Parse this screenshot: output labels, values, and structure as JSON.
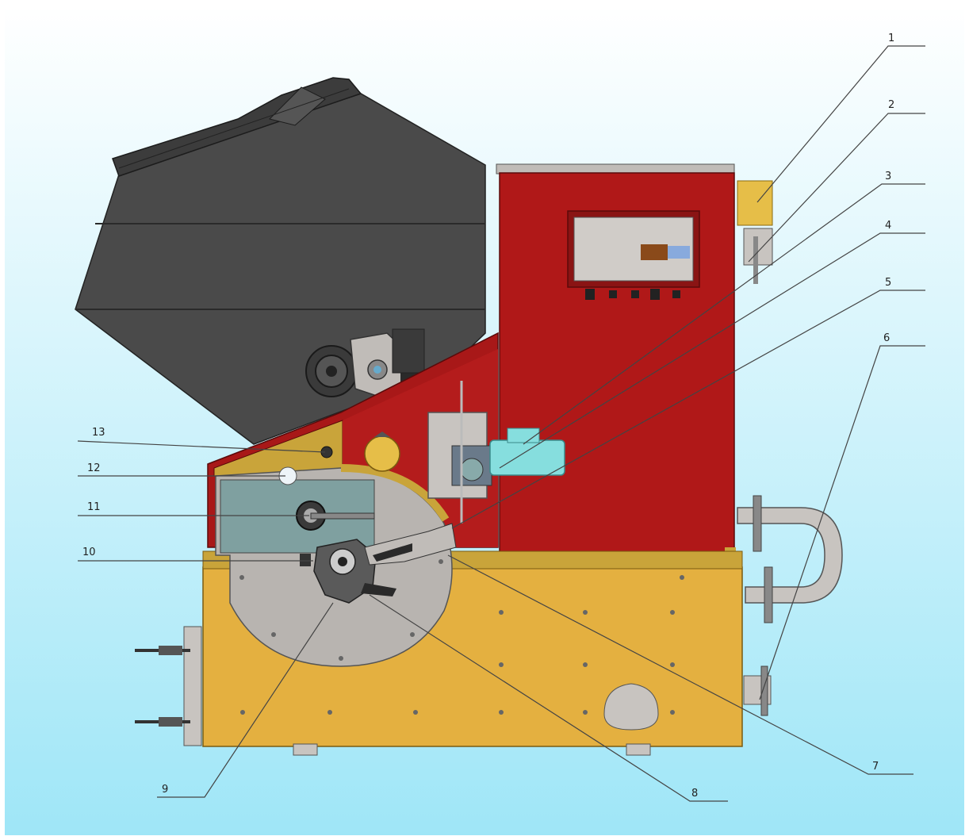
{
  "figure": {
    "background_top": "#ffffff",
    "background_bottom": "#9fe6f7",
    "colors": {
      "hopper": "#4a4a4a",
      "cabinet": "#b01818",
      "base": "#e4b040",
      "steel": "#c8c4c0",
      "glass": "#7fa0a0",
      "motor": "#86dede",
      "brass": "#e6be48"
    }
  },
  "callouts": [
    {
      "id": "1",
      "text": "1"
    },
    {
      "id": "2",
      "text": "2"
    },
    {
      "id": "3",
      "text": "3"
    },
    {
      "id": "4",
      "text": "4"
    },
    {
      "id": "5",
      "text": "5"
    },
    {
      "id": "6",
      "text": "6"
    },
    {
      "id": "7",
      "text": "7"
    },
    {
      "id": "8",
      "text": "8"
    },
    {
      "id": "9",
      "text": "9"
    },
    {
      "id": "10",
      "text": "10"
    },
    {
      "id": "11",
      "text": "11"
    },
    {
      "id": "12",
      "text": "12"
    },
    {
      "id": "13",
      "text": "13"
    }
  ]
}
